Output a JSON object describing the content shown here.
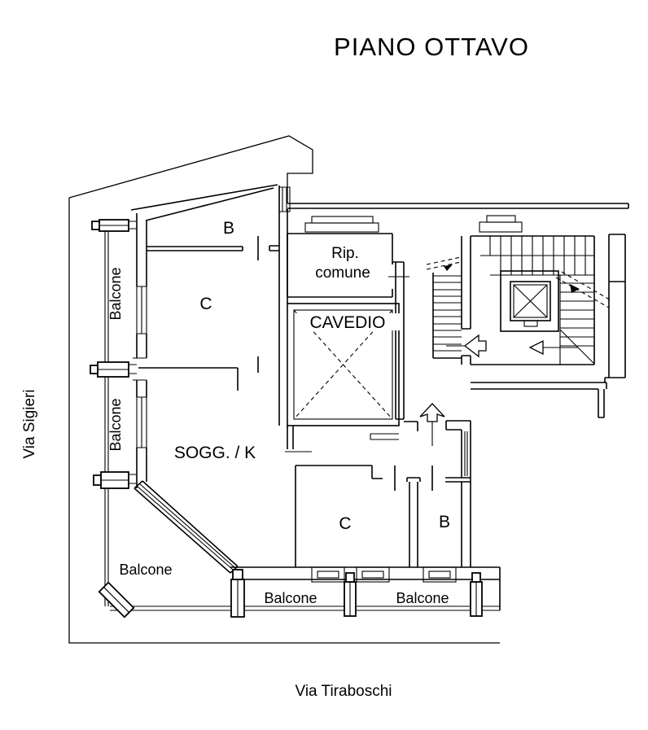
{
  "title": "PIANO OTTAVO",
  "streets": {
    "left": "Via Sigieri",
    "bottom": "Via Tiraboschi"
  },
  "rooms": {
    "bedroom_top": "B",
    "closet_top": "C",
    "rip_line1": "Rip.",
    "rip_line2": "comune",
    "cavedio": "CAVEDIO",
    "living_kitchen": "SOGG. / K",
    "closet_bottom": "C",
    "bedroom_bottom": "B"
  },
  "balconies": {
    "left_upper": "Balcone",
    "left_lower": "Balcone",
    "corner": "Balcone",
    "bottom_left": "Balcone",
    "bottom_right": "Balcone"
  },
  "colors": {
    "line": "#000000",
    "background": "#ffffff"
  }
}
